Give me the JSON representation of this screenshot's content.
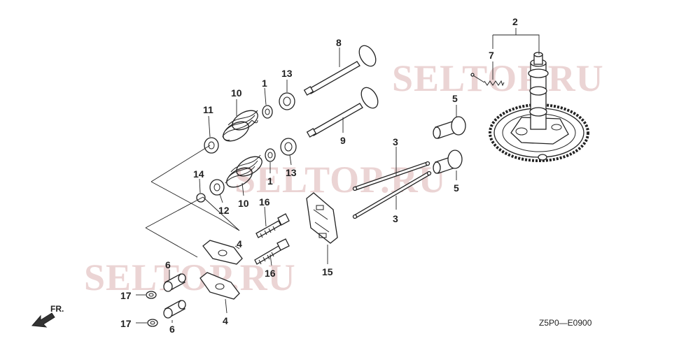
{
  "diagram": {
    "code": "Z5P0—E0900",
    "front_label": "FR.",
    "watermark": "SELTOP.RU",
    "callouts": [
      {
        "id": "c2",
        "text": "2"
      },
      {
        "id": "c7",
        "text": "7"
      },
      {
        "id": "c8",
        "text": "8"
      },
      {
        "id": "c9",
        "text": "9"
      },
      {
        "id": "c5a",
        "text": "5"
      },
      {
        "id": "c5b",
        "text": "5"
      },
      {
        "id": "c3a",
        "text": "3"
      },
      {
        "id": "c3b",
        "text": "3"
      },
      {
        "id": "c1a",
        "text": "1"
      },
      {
        "id": "c1b",
        "text": "1"
      },
      {
        "id": "c13a",
        "text": "13"
      },
      {
        "id": "c13b",
        "text": "13"
      },
      {
        "id": "c10a",
        "text": "10"
      },
      {
        "id": "c10b",
        "text": "10"
      },
      {
        "id": "c11",
        "text": "11"
      },
      {
        "id": "c14",
        "text": "14"
      },
      {
        "id": "c12",
        "text": "12"
      },
      {
        "id": "c16a",
        "text": "16"
      },
      {
        "id": "c16b",
        "text": "16"
      },
      {
        "id": "c15",
        "text": "15"
      },
      {
        "id": "c4a",
        "text": "4"
      },
      {
        "id": "c4b",
        "text": "4"
      },
      {
        "id": "c6a",
        "text": "6"
      },
      {
        "id": "c6b",
        "text": "6"
      },
      {
        "id": "c17a",
        "text": "17"
      },
      {
        "id": "c17b",
        "text": "17"
      }
    ]
  }
}
